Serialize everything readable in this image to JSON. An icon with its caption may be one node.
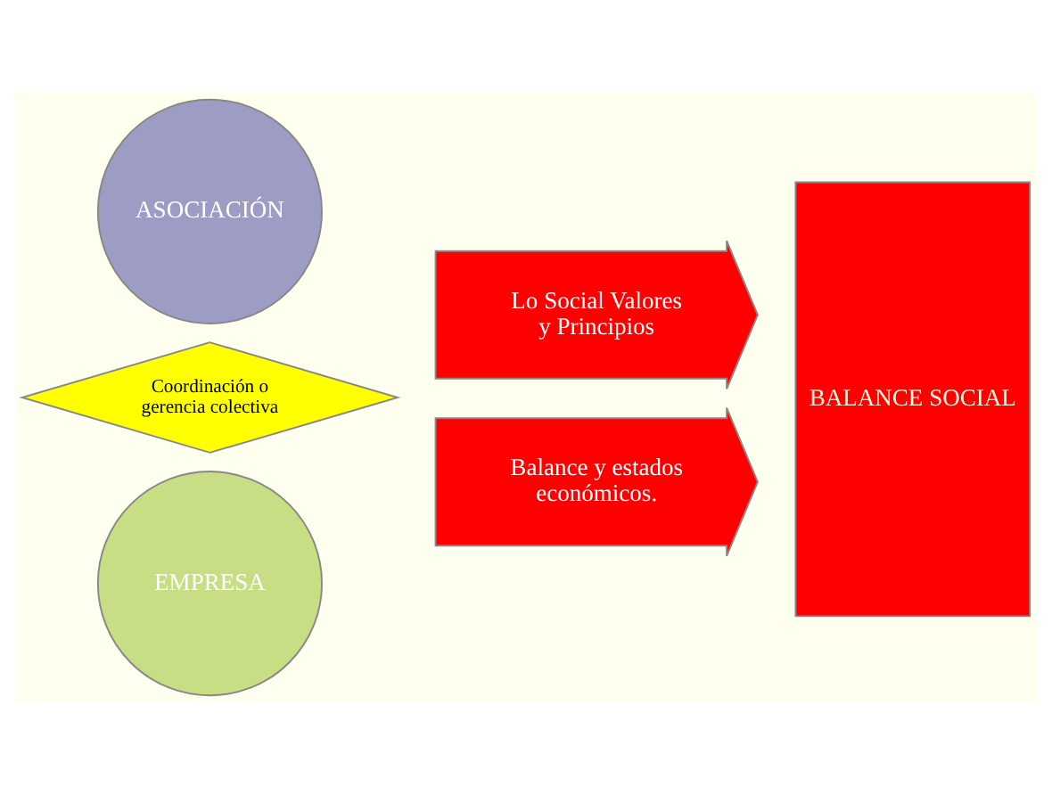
{
  "diagram": {
    "nodes": [
      {
        "text": [
          "ASOCIACIÓN"
        ]
      },
      {
        "text": [
          "Coordinación o gerencia colectiva"
        ]
      },
      {
        "text": [
          "EMPRESA"
        ]
      },
      {
        "text": [
          "Lo Social Valores  y Principios"
        ]
      },
      {
        "text": [
          "Balance y estados económicos."
        ]
      },
      {
        "text": [
          "BALANCE SOCIAL"
        ]
      }
    ]
  }
}
